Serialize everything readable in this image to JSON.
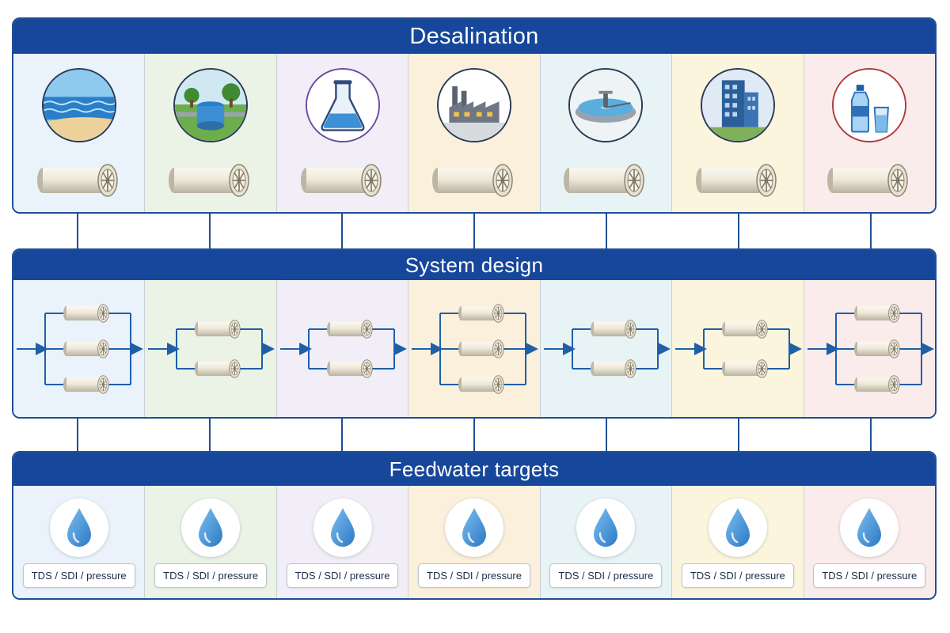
{
  "panels": {
    "desalination": {
      "title": "Desalination"
    },
    "system_design": {
      "title": "System design"
    },
    "feedwater_targets": {
      "title": "Feedwater targets"
    }
  },
  "sources": [
    {
      "icon": "seawater-beach-icon"
    },
    {
      "icon": "groundwater-well-icon"
    },
    {
      "icon": "lab-flask-icon"
    },
    {
      "icon": "factory-icon"
    },
    {
      "icon": "clarifier-tank-icon"
    },
    {
      "icon": "office-building-icon"
    },
    {
      "icon": "bottled-water-icon"
    }
  ],
  "system_design": {
    "element_counts": [
      3,
      2,
      2,
      3,
      2,
      2,
      3
    ]
  },
  "feedwater_targets": {
    "labels": [
      "TDS / SDI / pressure",
      "TDS / SDI / pressure",
      "TDS / SDI / pressure",
      "TDS / SDI / pressure",
      "TDS / SDI / pressure",
      "TDS / SDI / pressure",
      "TDS / SDI / pressure"
    ]
  },
  "colors": {
    "header": "#17479a",
    "flow_line": "#1f5fa8",
    "membrane_body": "#efe9da",
    "drop": "#3d8fd6"
  }
}
